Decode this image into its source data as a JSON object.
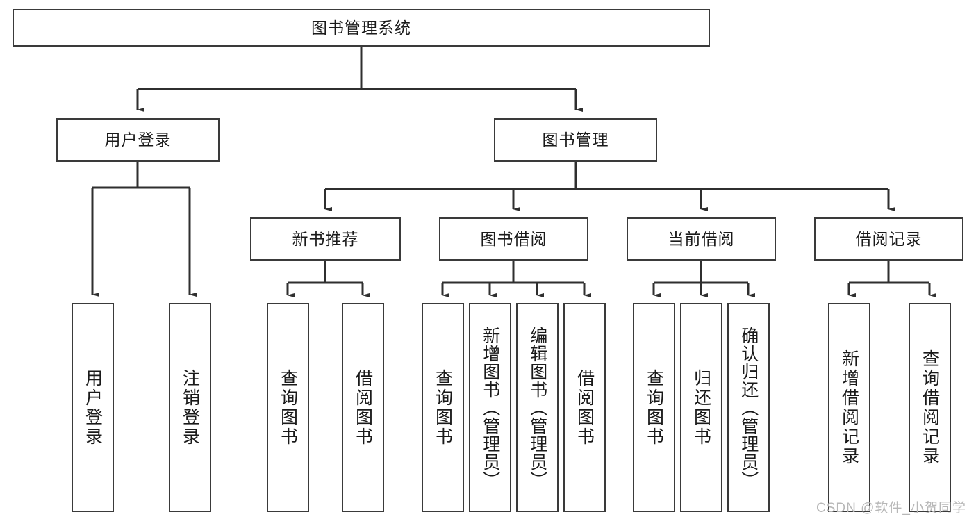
{
  "diagram": {
    "type": "tree",
    "title": "图书管理系统",
    "watermark": "CSDN @软件_小贺同学",
    "colors": {
      "box_border": "#3a3a3a",
      "box_fill": "#ffffff",
      "connector": "#2f2f2f",
      "text": "#1a1a1a",
      "watermark": "#b7b7b7"
    },
    "nodes": {
      "root": {
        "label": "图书管理系统"
      },
      "level2": [
        {
          "id": "user-login",
          "label": "用户登录"
        },
        {
          "id": "book-manage",
          "label": "图书管理"
        }
      ],
      "level3": [
        {
          "id": "new-book-recommend",
          "label": "新书推荐"
        },
        {
          "id": "book-borrow",
          "label": "图书借阅"
        },
        {
          "id": "current-borrow",
          "label": "当前借阅"
        },
        {
          "id": "borrow-record",
          "label": "借阅记录"
        }
      ],
      "leaves": [
        {
          "id": "leaf-user-login",
          "label": "用户登录",
          "parent": "user-login",
          "dense": false
        },
        {
          "id": "leaf-logout-login",
          "label": "注销登录",
          "parent": "user-login",
          "dense": false
        },
        {
          "id": "leaf-query-book-1",
          "label": "查询图书",
          "parent": "new-book-recommend",
          "dense": false
        },
        {
          "id": "leaf-borrow-book-1",
          "label": "借阅图书",
          "parent": "new-book-recommend",
          "dense": false
        },
        {
          "id": "leaf-query-book-2",
          "label": "查询图书",
          "parent": "book-borrow",
          "dense": false
        },
        {
          "id": "leaf-add-book-admin",
          "label": "新增图书（管理员）",
          "parent": "book-borrow",
          "dense": true
        },
        {
          "id": "leaf-edit-book-admin",
          "label": "编辑图书（管理员）",
          "parent": "book-borrow",
          "dense": true
        },
        {
          "id": "leaf-borrow-book-2",
          "label": "借阅图书",
          "parent": "book-borrow",
          "dense": false
        },
        {
          "id": "leaf-query-book-3",
          "label": "查询图书",
          "parent": "current-borrow",
          "dense": false
        },
        {
          "id": "leaf-return-book",
          "label": "归还图书",
          "parent": "current-borrow",
          "dense": false
        },
        {
          "id": "leaf-confirm-return-admin",
          "label": "确认归还（管理员）",
          "parent": "current-borrow",
          "dense": true
        },
        {
          "id": "leaf-add-borrow-record",
          "label": "新增借阅记录",
          "parent": "borrow-record",
          "dense": false
        },
        {
          "id": "leaf-query-borrow-record",
          "label": "查询借阅记录",
          "parent": "borrow-record",
          "dense": false
        }
      ]
    }
  }
}
